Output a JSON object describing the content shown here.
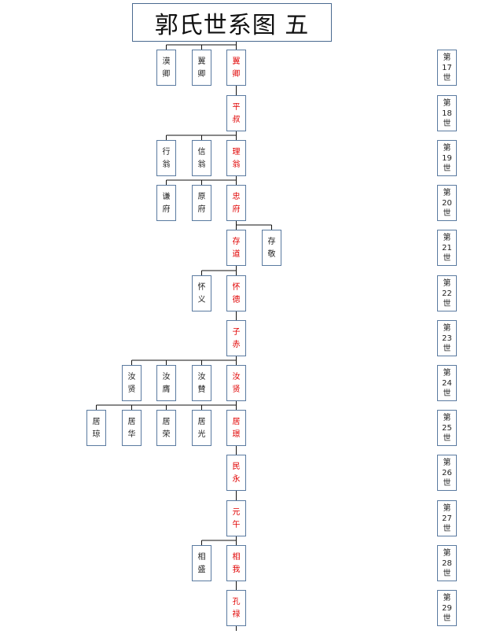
{
  "title": "郭氏世系图 五",
  "generations": [
    {
      "label": [
        "第",
        "17",
        "世"
      ]
    },
    {
      "label": [
        "第",
        "18",
        "世"
      ]
    },
    {
      "label": [
        "第",
        "19",
        "世"
      ]
    },
    {
      "label": [
        "第",
        "20",
        "世"
      ]
    },
    {
      "label": [
        "第",
        "21",
        "世"
      ]
    },
    {
      "label": [
        "第",
        "22",
        "世"
      ]
    },
    {
      "label": [
        "第",
        "23",
        "世"
      ]
    },
    {
      "label": [
        "第",
        "24",
        "世"
      ]
    },
    {
      "label": [
        "第",
        "25",
        "世"
      ]
    },
    {
      "label": [
        "第",
        "26",
        "世"
      ]
    },
    {
      "label": [
        "第",
        "27",
        "世"
      ]
    },
    {
      "label": [
        "第",
        "28",
        "世"
      ]
    },
    {
      "label": [
        "第",
        "29",
        "世"
      ]
    }
  ],
  "rows": [
    {
      "gen": 17,
      "members": [
        {
          "name": [
            "漠",
            "卿"
          ],
          "main": false
        },
        {
          "name": [
            "翼",
            "卿"
          ],
          "main": false
        },
        {
          "name": [
            "翼",
            "卿"
          ],
          "main": true
        }
      ]
    },
    {
      "gen": 18,
      "members": [
        {
          "name": [
            "平",
            "叔"
          ],
          "main": true
        }
      ]
    },
    {
      "gen": 19,
      "members": [
        {
          "name": [
            "行",
            "翁"
          ],
          "main": false
        },
        {
          "name": [
            "信",
            "翁"
          ],
          "main": false
        },
        {
          "name": [
            "理",
            "翁"
          ],
          "main": true
        }
      ]
    },
    {
      "gen": 20,
      "members": [
        {
          "name": [
            "谦",
            "府"
          ],
          "main": false
        },
        {
          "name": [
            "原",
            "府"
          ],
          "main": false
        },
        {
          "name": [
            "忠",
            "府"
          ],
          "main": true
        }
      ]
    },
    {
      "gen": 21,
      "members": [
        {
          "name": [
            "存",
            "道"
          ],
          "main": true
        },
        {
          "name": [
            "存",
            "敬"
          ],
          "main": false
        }
      ]
    },
    {
      "gen": 22,
      "members": [
        {
          "name": [
            "怀",
            "义"
          ],
          "main": false
        },
        {
          "name": [
            "怀",
            "德"
          ],
          "main": true
        }
      ]
    },
    {
      "gen": 23,
      "members": [
        {
          "name": [
            "子",
            "赤"
          ],
          "main": true
        }
      ]
    },
    {
      "gen": 24,
      "members": [
        {
          "name": [
            "汝",
            "贤"
          ],
          "main": false
        },
        {
          "name": [
            "汝",
            "膺"
          ],
          "main": false
        },
        {
          "name": [
            "汝",
            "賛"
          ],
          "main": false
        },
        {
          "name": [
            "汝",
            "贤"
          ],
          "main": true
        }
      ]
    },
    {
      "gen": 25,
      "members": [
        {
          "name": [
            "居",
            "琼"
          ],
          "main": false
        },
        {
          "name": [
            "居",
            "华"
          ],
          "main": false
        },
        {
          "name": [
            "居",
            "荣"
          ],
          "main": false
        },
        {
          "name": [
            "居",
            "光"
          ],
          "main": false
        },
        {
          "name": [
            "居",
            "璟"
          ],
          "main": true
        }
      ]
    },
    {
      "gen": 26,
      "members": [
        {
          "name": [
            "民",
            "永"
          ],
          "main": true
        }
      ]
    },
    {
      "gen": 27,
      "members": [
        {
          "name": [
            "元",
            "午"
          ],
          "main": true
        }
      ]
    },
    {
      "gen": 28,
      "members": [
        {
          "name": [
            "相",
            "盛"
          ],
          "main": false
        },
        {
          "name": [
            "相",
            "我"
          ],
          "main": true
        }
      ]
    },
    {
      "gen": 29,
      "members": [
        {
          "name": [
            "孔",
            "禄"
          ],
          "main": true
        }
      ]
    }
  ]
}
